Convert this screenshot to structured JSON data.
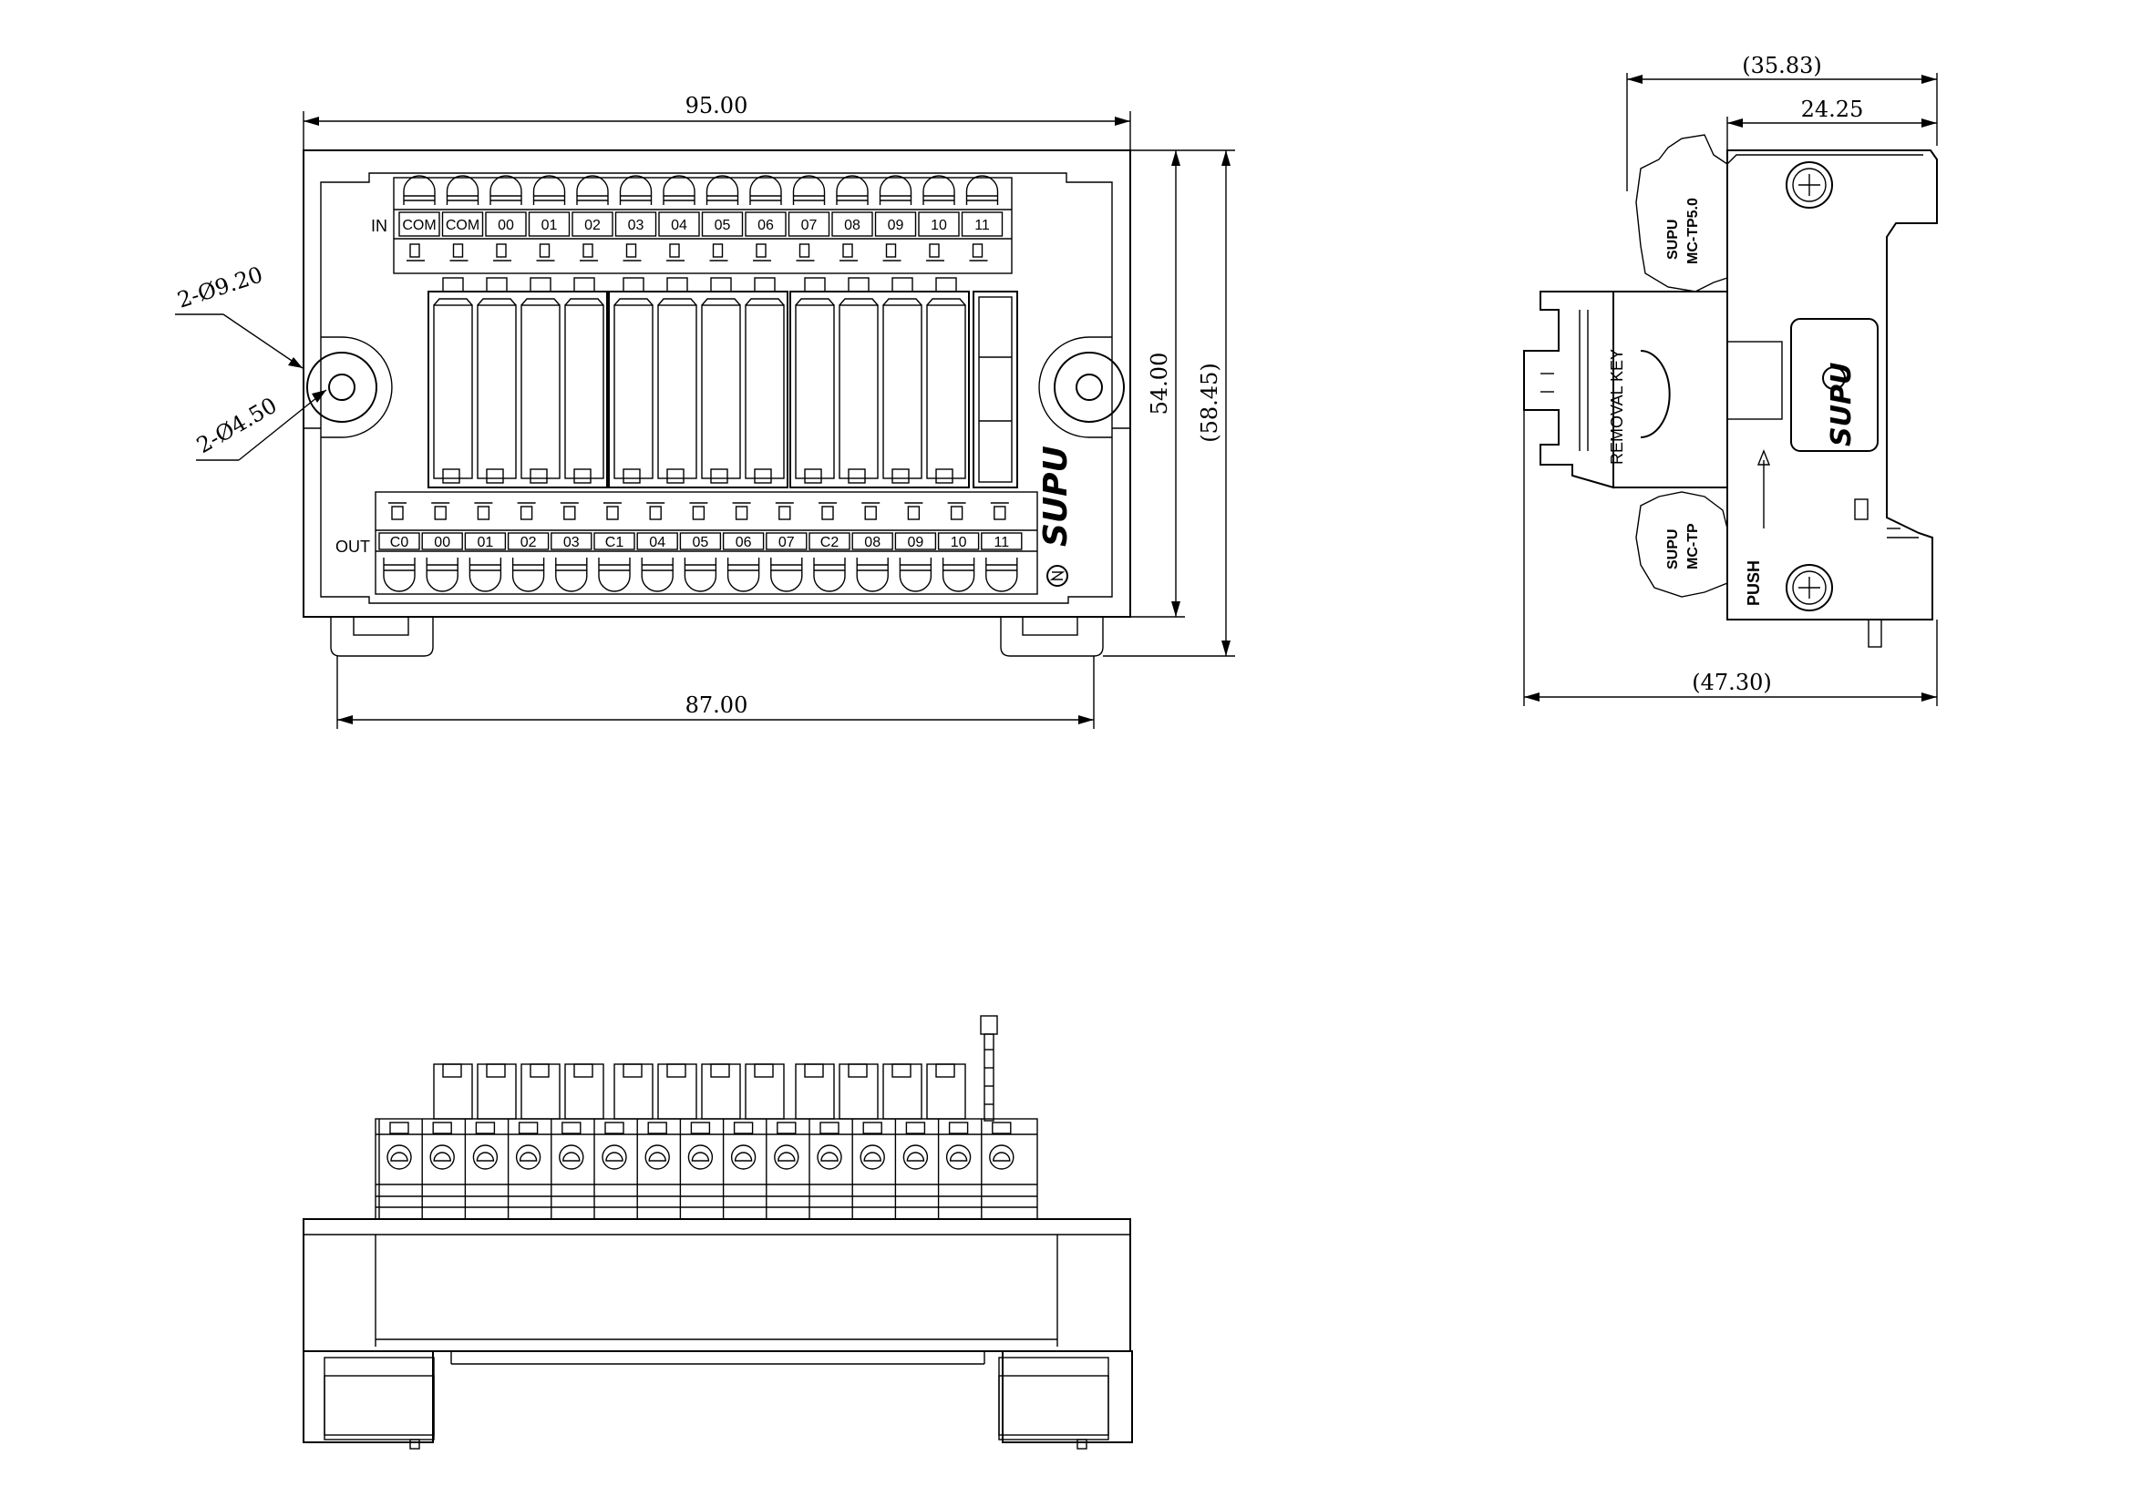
{
  "front_view": {
    "dims": {
      "width_top": "95.00",
      "width_bottom": "87.00",
      "height": "54.00",
      "height_overall": "(58.45)",
      "hole_outer": "2-Ø9.20",
      "hole_inner": "2-Ø4.50"
    },
    "in_label": "IN",
    "out_label": "OUT",
    "in_terminals": [
      "COM",
      "COM",
      "00",
      "01",
      "02",
      "03",
      "04",
      "05",
      "06",
      "07",
      "08",
      "09",
      "10",
      "11"
    ],
    "out_terminals": [
      "C0",
      "00",
      "01",
      "02",
      "03",
      "C1",
      "04",
      "05",
      "06",
      "07",
      "C2",
      "08",
      "09",
      "10",
      "11"
    ],
    "brand": "SUPU"
  },
  "side_view": {
    "dims": {
      "top_overall": "(35.83)",
      "top_inner": "24.25",
      "bottom_overall": "(47.30)"
    },
    "removal_key": "REMOVAL KEY",
    "push": "PUSH",
    "brand": "SUPU",
    "connector_top_model": "MC-TP5.0",
    "connector_bottom_model": "MC-TP"
  },
  "bottom_view": {}
}
